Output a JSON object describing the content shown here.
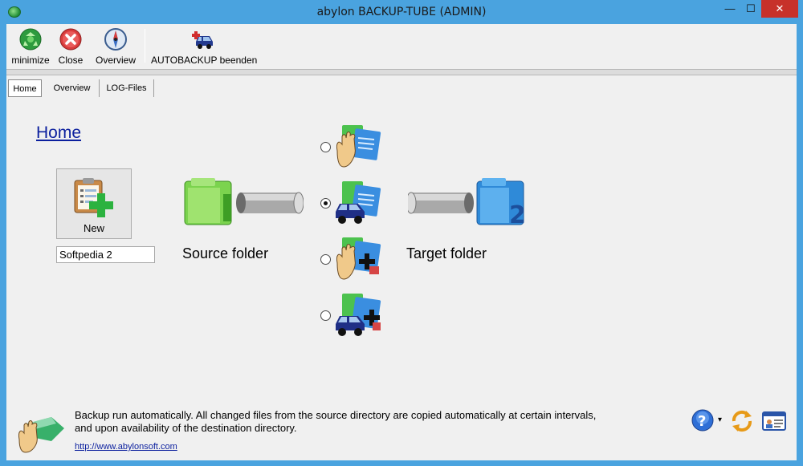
{
  "window": {
    "title": "abylon BACKUP-TUBE (ADMIN)",
    "minimize_glyph": "—",
    "maximize_glyph": "☐",
    "close_glyph": "✕"
  },
  "toolbar": {
    "buttons": [
      {
        "label": "minimize",
        "icon": "recycle-icon"
      },
      {
        "label": "Close",
        "icon": "close-circle-icon"
      },
      {
        "label": "Overview",
        "icon": "compass-icon"
      },
      {
        "label": "AUTOBACKUP beenden",
        "icon": "car-icon"
      }
    ]
  },
  "tabs": [
    {
      "label": "Home",
      "active": true
    },
    {
      "label": "Overview",
      "active": false
    },
    {
      "label": "LOG-Files",
      "active": false
    }
  ],
  "home": {
    "title": "Home",
    "new_button_label": "New",
    "profile_name_value": "Softpedia 2",
    "source_label": "Source folder",
    "target_label": "Target folder",
    "modes": [
      {
        "icon": "manual-backup-icon",
        "selected": false
      },
      {
        "icon": "auto-backup-icon",
        "selected": true
      },
      {
        "icon": "manual-backup-plus-icon",
        "selected": false
      },
      {
        "icon": "auto-backup-plus-icon",
        "selected": false
      }
    ]
  },
  "status": {
    "line1": "Backup run automatically. All changed files from the source directory are copied automatically at certain intervals,",
    "line2": "and upon availability of the destination directory.",
    "link": "http://www.abylonsoft.com",
    "help_dropdown_glyph": "▾"
  },
  "colors": {
    "frame": "#4aa3df",
    "client": "#f0f0f0",
    "link": "#0b1f9e",
    "close": "#c7312a"
  }
}
